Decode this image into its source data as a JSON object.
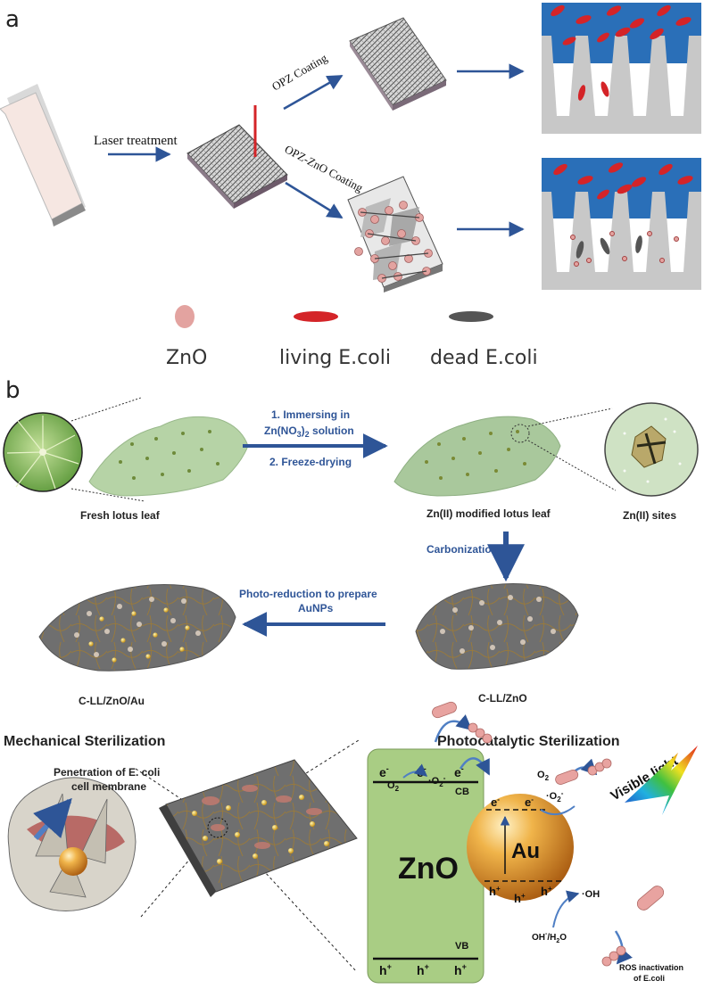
{
  "panel_a": {
    "letter": "a",
    "laser_label": "Laser treatment",
    "opz_label": "OPZ Coating",
    "opz_zno_label": "OPZ-ZnO Coating",
    "legend": {
      "zno": "ZnO",
      "living": "living E.coli",
      "dead": "dead E.coli"
    }
  },
  "panel_b": {
    "letter": "b",
    "step1": "1. Immersing in",
    "step1_formula_pre": "Zn(NO",
    "step1_sub3": "3",
    "step1_paren": ")",
    "step1_sub2": "2",
    "step1_post": " solution",
    "step2": "2. Freeze-drying",
    "fresh_leaf": "Fresh lotus leaf",
    "zn_modified": "Zn(II) modified lotus leaf",
    "zn_sites": "Zn(II) sites",
    "carbonization": "Carbonization",
    "photo_reduction_1": "Photo-reduction to prepare",
    "photo_reduction_2": "AuNPs",
    "cll_zno": "C-LL/ZnO",
    "cll_zno_au": "C-LL/ZnO/Au",
    "mech_title": "Mechanical Sterilization",
    "photo_title": "Photocatalytic Sterilization",
    "penetration_1": "Penetration of E. coli",
    "penetration_2": "cell membrane",
    "zno_block": "ZnO",
    "au_sphere": "Au",
    "cb": "CB",
    "vb": "VB",
    "electron": "e",
    "hole": "h",
    "o2": "O",
    "o2_sub": "2",
    "superoxide": "·O",
    "oh_radical": "·OH",
    "oh_minus": "OH",
    "h2o_pre": "/H",
    "h2o_sub": "2",
    "h2o_post": "O",
    "visible_light": "Visible light",
    "ros_1": "ROS inactivation",
    "ros_2": "of E.coli"
  },
  "colors": {
    "arrow_blue": "#2e5597",
    "sky_blue": "#2a6fb8",
    "pillar_gray": "#c8c8c8",
    "ecoli_red": "#d42428",
    "dead_gray": "#555555",
    "zno_pink": "#e3a3a0",
    "zno_green": "#a9cd84",
    "au_gold": "#d8891f"
  }
}
